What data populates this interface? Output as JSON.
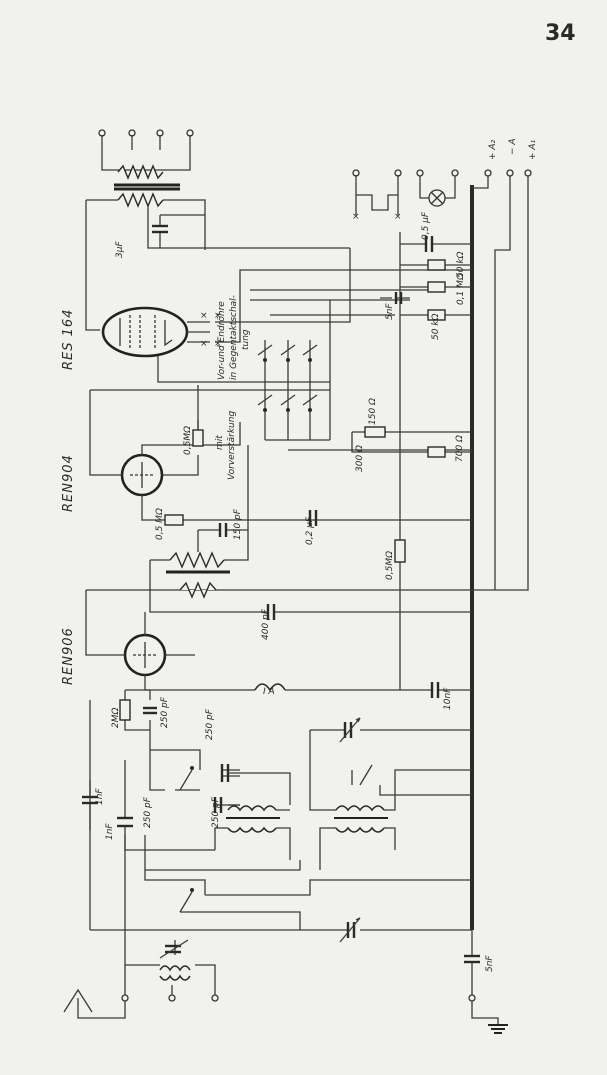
{
  "page_number": "34",
  "tubes": {
    "res164": "RES 164",
    "ren904": "REN904",
    "ren906": "REN906"
  },
  "terminals": {
    "plus_a2": "+ A₂",
    "minus_a": "− A",
    "plus_a1": "+ A₁"
  },
  "annotations": {
    "push_pull": [
      "Vor-und Endröhre",
      "in Gegentaktschal-",
      "tung"
    ],
    "preamp": [
      "mit",
      "Vorverstärkung"
    ]
  },
  "component_labels": {
    "c_3uF": "3μF",
    "c_05uF": "0,5 μF",
    "c_5nF_top": "5nF",
    "r_50k_a": "50 kΩ",
    "r_01M": "0,1 MΩ",
    "r_50k_b": "50 kΩ",
    "r_150": "150 Ω",
    "r_300": "300 Ω",
    "r_700": "700 Ω",
    "r_05M_grid": "0,5MΩ",
    "r_05M_b": "0,5 MΩ",
    "c_150pF": "150 pF",
    "c_02uF": "0,2 μF",
    "r_05M_right": "0,5MΩ",
    "c_400pF": "400 pF",
    "r_2M": "2MΩ",
    "c_250pF_a": "250 pF",
    "c_10nF": "10nF",
    "c_1nF_a": "1nF",
    "c_1nF_b": "1nF",
    "c_250pF_b": "250 pF",
    "c_250pF_c": "250 pF",
    "c_250pF_d": "250 pF",
    "c_5nF_bottom": "5nF"
  },
  "icons": [
    "lamp-icon",
    "antenna-icon",
    "ground-icon"
  ]
}
